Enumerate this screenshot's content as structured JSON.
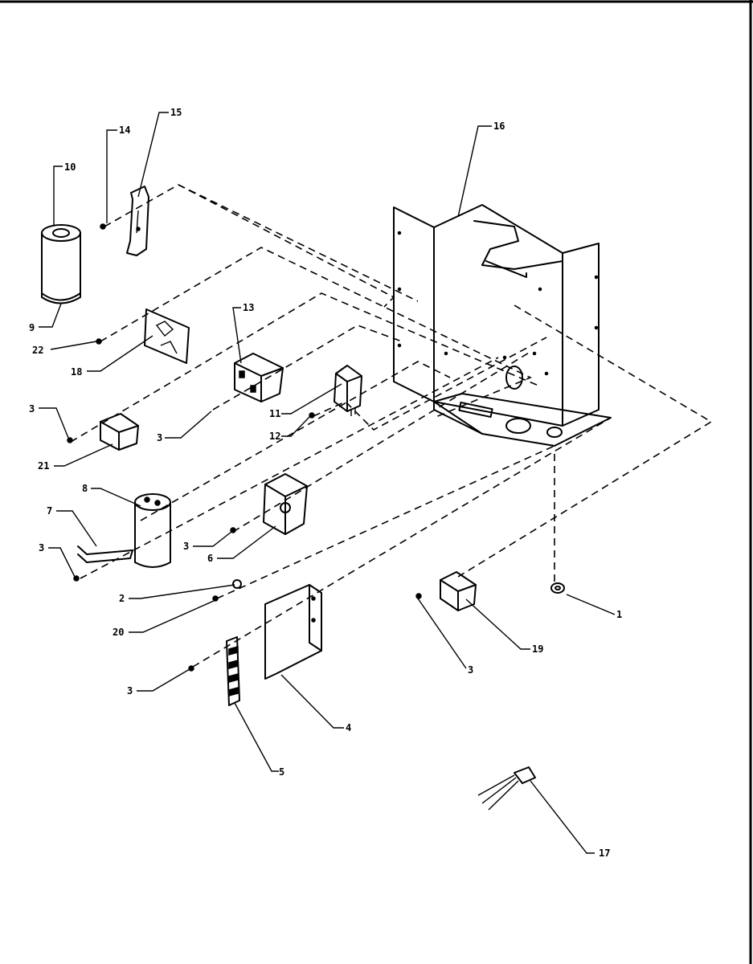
{
  "callouts": {
    "c1": "1",
    "c2": "2",
    "c3a": "3",
    "c3b": "3",
    "c3c": "3",
    "c3d": "3",
    "c3e": "3",
    "c3f": "3",
    "c4": "4",
    "c5": "5",
    "c6": "6",
    "c7": "7",
    "c8": "8",
    "c9": "9",
    "c10": "10",
    "c11": "11",
    "c12": "12",
    "c13": "13",
    "c14": "14",
    "c15": "15",
    "c16": "16",
    "c17": "17",
    "c18": "18",
    "c19": "19",
    "c20": "20",
    "c21": "21",
    "c22": "22"
  },
  "colors": {
    "ink": "#000000",
    "paper": "#ffffff"
  }
}
